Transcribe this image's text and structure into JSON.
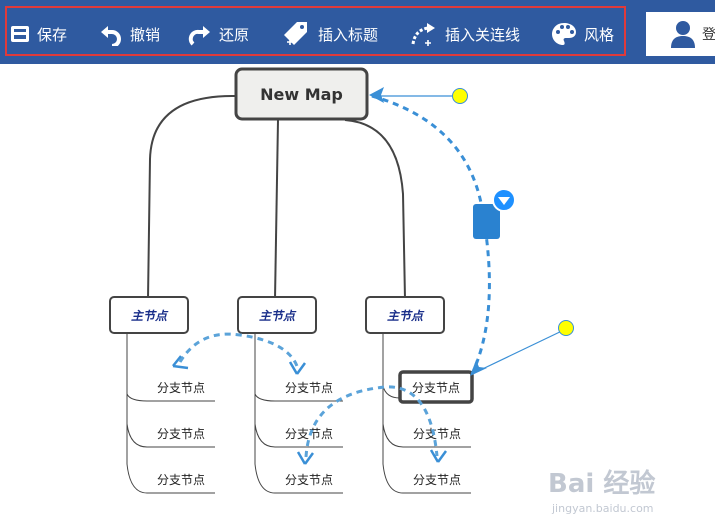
{
  "toolbar": {
    "save_label": "保存",
    "undo_label": "撤销",
    "redo_label": "还原",
    "insert_topic_label": "插入标题",
    "insert_relation_label": "插入关连线",
    "style_label": "风格"
  },
  "user": {
    "name": "登"
  },
  "map": {
    "root": "New Map",
    "main_topics": [
      "主节点",
      "主节点",
      "主节点"
    ],
    "sub_topics": [
      [
        "分支节点",
        "分支节点",
        "分支节点"
      ],
      [
        "分支节点",
        "分支节点",
        "分支节点"
      ],
      [
        "分支节点",
        "分支节点",
        "分支节点"
      ]
    ]
  },
  "watermark": {
    "logo": "Bai 经验",
    "url": "jingyan.baidu.com"
  },
  "colors": {
    "toolbar_bg": "#2f5aa0",
    "highlight_frame": "#e03a3a",
    "relation_line": "#3a8fd6",
    "control_point": "#ffff00",
    "selected_border": "#444444"
  }
}
